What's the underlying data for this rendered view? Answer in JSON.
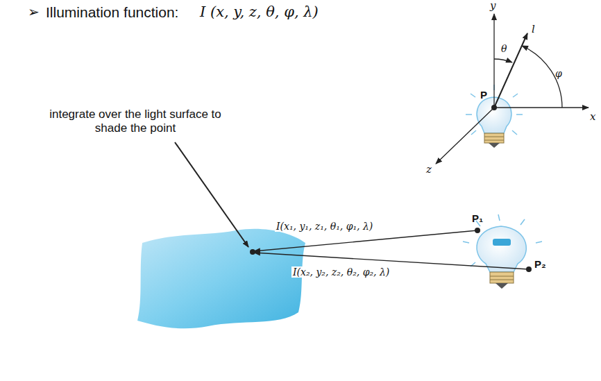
{
  "diagram": {
    "labels": [
      "➢",
      "Illumination function:",
      "I (x, y, z, θ, φ, λ)",
      "y",
      "x",
      "z",
      "θ",
      "φ",
      "l",
      "P",
      "integrate over the light surface to shade the point",
      "P₁",
      "P₂",
      "I(x₁, y₁, z₁, θ₁, φ₁, λ)",
      "I(x₂, y₂, z₂, θ₂, φ₂, λ)"
    ]
  }
}
